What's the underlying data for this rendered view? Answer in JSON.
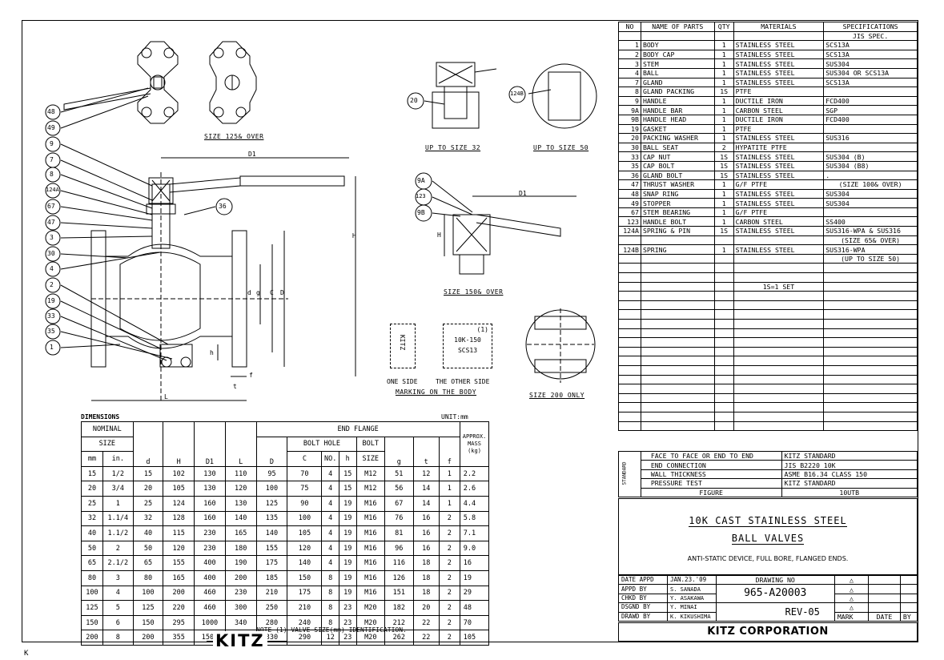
{
  "parts_table": {
    "headers": [
      "NO",
      "NAME OF PARTS",
      "QTY",
      "MATERIALS",
      "SPECIFICATIONS"
    ],
    "spec_subheader": "JIS SPEC.",
    "rows": [
      [
        "1",
        "BODY",
        "1",
        "STAINLESS STEEL",
        "SCS13A"
      ],
      [
        "2",
        "BODY CAP",
        "1",
        "STAINLESS STEEL",
        "SCS13A"
      ],
      [
        "3",
        "STEM",
        "1",
        "STAINLESS STEEL",
        "SUS304"
      ],
      [
        "4",
        "BALL",
        "1",
        "STAINLESS STEEL",
        "SUS304 OR SCS13A"
      ],
      [
        "7",
        "GLAND",
        "1",
        "STAINLESS STEEL",
        "SCS13A"
      ],
      [
        "8",
        "GLAND PACKING",
        "1S",
        "PTFE",
        ""
      ],
      [
        "9",
        "HANDLE",
        "1",
        "DUCTILE IRON",
        "FCD400"
      ],
      [
        "9A",
        "HANDLE BAR",
        "1",
        "CARBON STEEL",
        "SGP"
      ],
      [
        "9B",
        "HANDLE HEAD",
        "1",
        "DUCTILE IRON",
        "FCD400"
      ],
      [
        "19",
        "GASKET",
        "1",
        "PTFE",
        ""
      ],
      [
        "20",
        "PACKING WASHER",
        "1",
        "STAINLESS STEEL",
        "SUS316"
      ],
      [
        "30",
        "BALL SEAT",
        "2",
        "HYPATITE PTFE",
        ""
      ],
      [
        "33",
        "CAP NUT",
        "1S",
        "STAINLESS STEEL",
        "SUS304  (B)"
      ],
      [
        "35",
        "CAP BOLT",
        "1S",
        "STAINLESS STEEL",
        "SUS304  (B8)"
      ],
      [
        "36",
        "GLAND BOLT",
        "1S",
        "STAINLESS STEEL",
        "."
      ],
      [
        "47",
        "THRUST WASHER",
        "1",
        "G/F PTFE",
        "(SIZE 100& OVER)"
      ],
      [
        "48",
        "SNAP RING",
        "1",
        "STAINLESS STEEL",
        "SUS304"
      ],
      [
        "49",
        "STOPPER",
        "1",
        "STAINLESS STEEL",
        "SUS304"
      ],
      [
        "67",
        "STEM BEARING",
        "1",
        "G/F PTFE",
        ""
      ],
      [
        "123",
        "HANDLE BOLT",
        "1",
        "CARBON STEEL",
        "SS400"
      ],
      [
        "124A",
        "SPRING & PIN",
        "1S",
        "STAINLESS STEEL",
        "SUS316-WPA & SUS316"
      ],
      [
        "",
        "",
        "",
        "",
        "(SIZE 65& OVER)"
      ],
      [
        "124B",
        "SPRING",
        "1",
        "STAINLESS STEEL",
        "SUS316-WPA"
      ],
      [
        "",
        "",
        "",
        "",
        "(UP TO SIZE 50)"
      ]
    ],
    "set_note": "1S=1 SET"
  },
  "standard_table": {
    "side_label": "STANDARD",
    "rows": [
      [
        "FACE TO FACE OR END TO END",
        "KITZ STANDARD"
      ],
      [
        "END CONNECTION",
        "JIS  B2220   10K"
      ],
      [
        "WALL THICKNESS",
        "ASME B16.34  CLASS 150"
      ],
      [
        "PRESSURE TEST",
        "KITZ STANDARD"
      ],
      [
        "FIGURE",
        "10UTB"
      ]
    ]
  },
  "title_block": {
    "line1": "10K CAST STAINLESS STEEL",
    "line2": "BALL VALVES",
    "description": "ANTI-STATIC DEVICE, FULL BORE, FLANGED ENDS.",
    "date_label": "DATE APPD",
    "date_value": "JAN.23.'09",
    "appd_label": "APPD BY",
    "appd_value": "S. SANADA",
    "chkd_label": "CHKD BY",
    "chkd_value": "Y. ASAKAWA",
    "dsgnd_label": "DSGND BY",
    "dsgnd_value": "Y. MINAI",
    "drawd_label": "DRAWD BY",
    "drawd_value": "K. KIKUSHIMA",
    "drawing_no_label": "DRAWING  NO",
    "drawing_no": "965-A20003",
    "revision": "REV-05",
    "mark_label": "MARK",
    "date_col_label": "DATE",
    "by_label": "BY",
    "company": "KITZ CORPORATION"
  },
  "dimensions": {
    "title": "DIMENSIONS",
    "unit": "UNIT:mm",
    "header": {
      "nominal": "NOMINAL",
      "size": "SIZE",
      "end_flange": "END  FLANGE",
      "bolt_hole": "BOLT  HOLE",
      "bolt": "BOLT",
      "approx_mass": "APPROX. MASS",
      "cols": [
        "mm",
        "in.",
        "d",
        "H",
        "D1",
        "L",
        "D",
        "C",
        "NO.",
        "h",
        "SIZE",
        "g",
        "t",
        "f",
        "(kg)"
      ]
    },
    "rows": [
      [
        "15",
        "1/2",
        "15",
        "102",
        "130",
        "110",
        "95",
        "70",
        "4",
        "15",
        "M12",
        "51",
        "12",
        "1",
        "2.2"
      ],
      [
        "20",
        "3/4",
        "20",
        "105",
        "130",
        "120",
        "100",
        "75",
        "4",
        "15",
        "M12",
        "56",
        "14",
        "1",
        "2.6"
      ],
      [
        "25",
        "1",
        "25",
        "124",
        "160",
        "130",
        "125",
        "90",
        "4",
        "19",
        "M16",
        "67",
        "14",
        "1",
        "4.4"
      ],
      [
        "32",
        "1.1/4",
        "32",
        "128",
        "160",
        "140",
        "135",
        "100",
        "4",
        "19",
        "M16",
        "76",
        "16",
        "2",
        "5.8"
      ],
      [
        "40",
        "1.1/2",
        "40",
        "115",
        "230",
        "165",
        "140",
        "105",
        "4",
        "19",
        "M16",
        "81",
        "16",
        "2",
        "7.1"
      ],
      [
        "50",
        "2",
        "50",
        "120",
        "230",
        "180",
        "155",
        "120",
        "4",
        "19",
        "M16",
        "96",
        "16",
        "2",
        "9.0"
      ],
      [
        "65",
        "2.1/2",
        "65",
        "155",
        "400",
        "190",
        "175",
        "140",
        "4",
        "19",
        "M16",
        "116",
        "18",
        "2",
        "16"
      ],
      [
        "80",
        "3",
        "80",
        "165",
        "400",
        "200",
        "185",
        "150",
        "8",
        "19",
        "M16",
        "126",
        "18",
        "2",
        "19"
      ],
      [
        "100",
        "4",
        "100",
        "200",
        "460",
        "230",
        "210",
        "175",
        "8",
        "19",
        "M16",
        "151",
        "18",
        "2",
        "29"
      ],
      [
        "125",
        "5",
        "125",
        "220",
        "460",
        "300",
        "250",
        "210",
        "8",
        "23",
        "M20",
        "182",
        "20",
        "2",
        "48"
      ],
      [
        "150",
        "6",
        "150",
        "295",
        "1000",
        "340",
        "280",
        "240",
        "8",
        "23",
        "M20",
        "212",
        "22",
        "2",
        "70"
      ],
      [
        "200",
        "8",
        "200",
        "355",
        "1500",
        "450",
        "330",
        "290",
        "12",
        "23",
        "M20",
        "262",
        "22",
        "2",
        "105"
      ]
    ],
    "note": "NOTE (1) VALVE SIZE(mm) IDENTIFICATION."
  },
  "drawing_labels": {
    "size125": "SIZE 125& OVER",
    "upto32": "UP TO SIZE 32",
    "upto50": "UP TO SIZE 50",
    "size150": "SIZE 150& OVER",
    "size200": "SIZE 200 ONLY",
    "one_side": "ONE SIDE",
    "other_side": "THE OTHER SIDE",
    "marking": "MARKING ON THE BODY",
    "mark_kitz": "KITZ",
    "mark_1": "(1)",
    "mark_10k": "10K-150",
    "mark_scs": "SCS13",
    "dim_D1": "D1",
    "dim_D1b": "D1",
    "dim_H": "H",
    "dim_Hb": "H",
    "dim_L": "L",
    "dim_d": "d",
    "dim_g": "g",
    "dim_C": "C",
    "dim_D": "D",
    "dim_h": "h",
    "dim_t": "t",
    "dim_f": "f"
  },
  "balloons": [
    "48",
    "49",
    "9",
    "7",
    "8",
    "124A",
    "67",
    "47",
    "3",
    "30",
    "4",
    "2",
    "19",
    "33",
    "35",
    "1",
    "36",
    "20",
    "124B",
    "9A",
    "123",
    "9B"
  ],
  "footer_logo": "KITZ",
  "corner_mark": "K"
}
